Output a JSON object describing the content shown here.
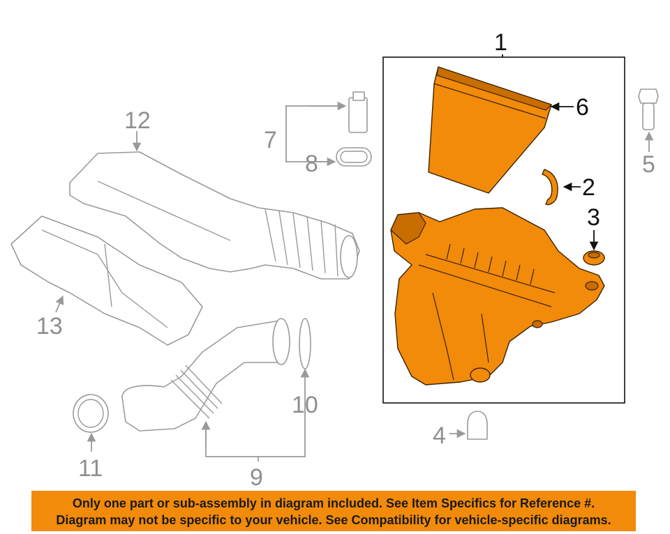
{
  "callouts": {
    "c1": "1",
    "c2": "2",
    "c3": "3",
    "c4": "4",
    "c5": "5",
    "c6": "6",
    "c7": "7",
    "c8": "8",
    "c9": "9",
    "c10": "10",
    "c11": "11",
    "c12": "12",
    "c13": "13"
  },
  "disclaimer": {
    "line1": "Only one part or sub-assembly in diagram included. See Item Specifics for Reference #.",
    "line2": "Diagram may not be specific to your vehicle. See Compatibility for vehicle-specific diagrams."
  },
  "colors": {
    "highlight": "#f28a0a",
    "ghost_stroke": "#9a9a9a",
    "text": "#111111"
  }
}
